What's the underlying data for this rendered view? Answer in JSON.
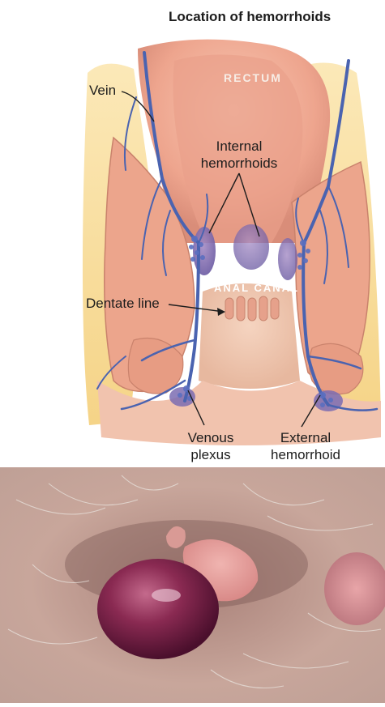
{
  "diagram": {
    "title": "Location of hemorrhoids",
    "region_labels": {
      "rectum": "RECTUM",
      "anal_canal": "ANAL CANAL"
    },
    "callouts": {
      "vein": "Vein",
      "internal_line1": "Internal",
      "internal_line2": "hemorrhoids",
      "dentate": "Dentate line",
      "venous_line1": "Venous",
      "venous_line2": "plexus",
      "external_line1": "External",
      "external_line2": "hemorrhoid"
    }
  },
  "photo": {
    "description_hidden": ""
  },
  "colors": {
    "tissue": "#f1b5a0",
    "vein": "#4a63b0",
    "fat": "#f6d27a",
    "muscle": "#e9a48c",
    "label": "#1c1c1c"
  }
}
